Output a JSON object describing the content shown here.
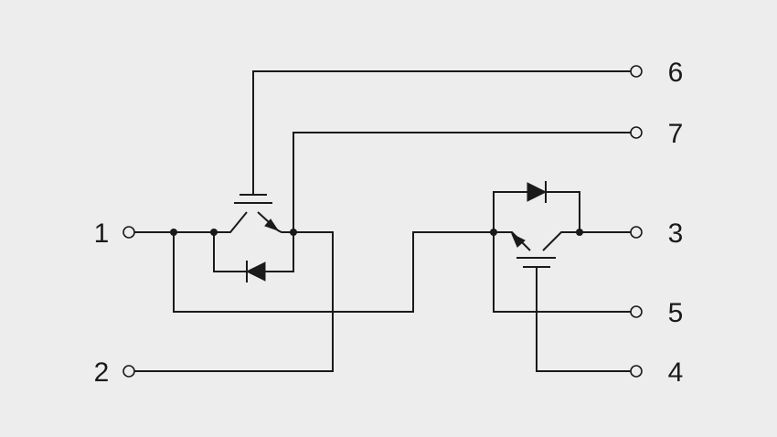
{
  "terminals": [
    {
      "id": "1",
      "label": "1"
    },
    {
      "id": "2",
      "label": "2"
    },
    {
      "id": "3",
      "label": "3"
    },
    {
      "id": "4",
      "label": "4"
    },
    {
      "id": "5",
      "label": "5"
    },
    {
      "id": "6",
      "label": "6"
    },
    {
      "id": "7",
      "label": "7"
    }
  ],
  "colors": {
    "background": "#ededed",
    "ink": "#1a1a1a"
  }
}
